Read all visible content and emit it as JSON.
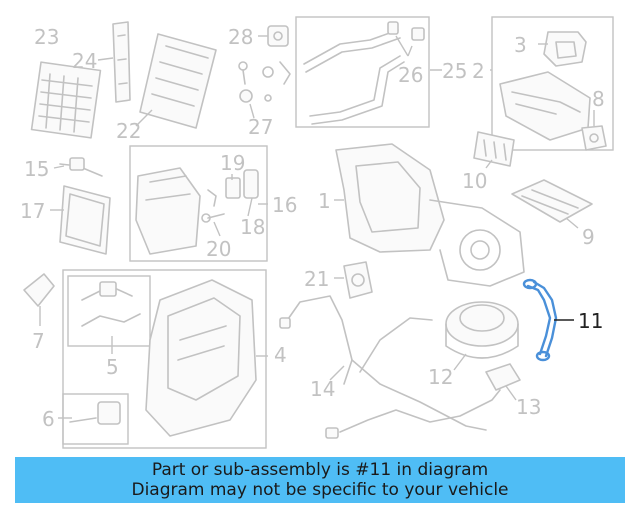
{
  "theme": {
    "banner_bg": "#4fbdf5",
    "part_gray": "#c2c2c2",
    "highlight_blue": "#4a90d9",
    "label_dark": "#222222"
  },
  "highlighted_part": "11",
  "callouts": {
    "p1": "1",
    "p2": "2",
    "p3": "3",
    "p4": "4",
    "p5": "5",
    "p6": "6",
    "p7": "7",
    "p8": "8",
    "p9": "9",
    "p10": "10",
    "p11": "11",
    "p12": "12",
    "p13": "13",
    "p14": "14",
    "p15": "15",
    "p16": "16",
    "p17": "17",
    "p18": "18",
    "p19": "19",
    "p20": "20",
    "p21": "21",
    "p22": "22",
    "p23": "23",
    "p24": "24",
    "p25": "25",
    "p26": "26",
    "p27": "27",
    "p28": "28"
  },
  "banner": {
    "line1": "Part or sub-assembly is #11 in diagram",
    "line2": "Diagram may not be specific to your vehicle"
  }
}
